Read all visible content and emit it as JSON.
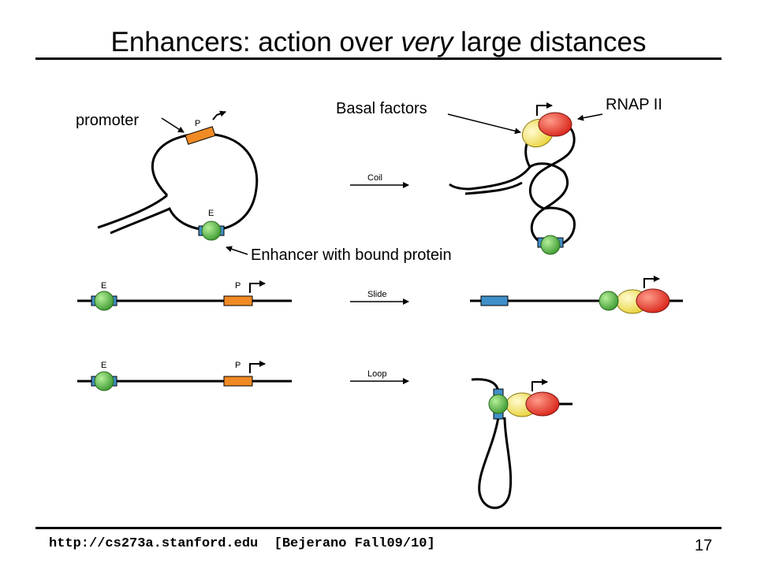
{
  "title": {
    "part1": "Enhancers: action over ",
    "emph": "very",
    "part2": " large distances"
  },
  "labels": {
    "promoter": "promoter",
    "basal_factors": "Basal factors",
    "rnap": "RNAP II",
    "enhancer_bound": "Enhancer with bound protein"
  },
  "diagram": {
    "promoter_letter": "P",
    "enhancer_letter": "E",
    "arrow_coil": "Coil",
    "arrow_slide": "Slide",
    "arrow_loop": "Loop"
  },
  "colors": {
    "promoter": "#f08a24",
    "enhancer": "#3f8fc9",
    "bound_protein": "#5cbf4a",
    "basal_factors": "#f2e25a",
    "rnap": "#e53a2e"
  },
  "footer": {
    "url": "http://cs273a.stanford.edu  [Bejerano Fall09/10]",
    "page": "17"
  }
}
